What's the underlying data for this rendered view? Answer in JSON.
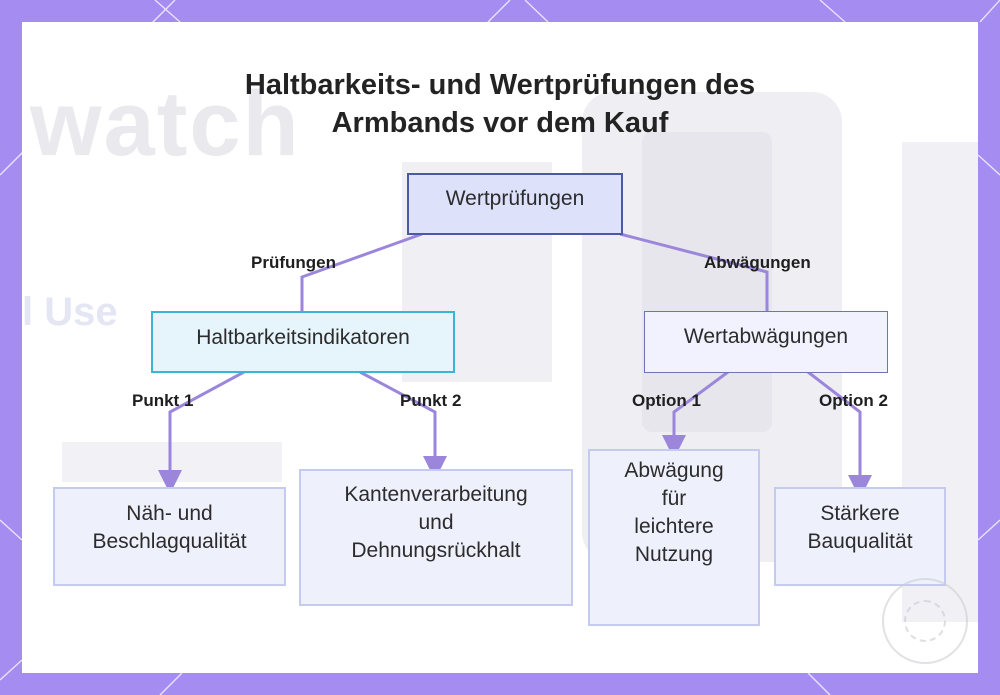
{
  "title": {
    "line1": "Haltbarkeits- und Wertprüfungen des",
    "line2": "Armbands vor dem Kauf"
  },
  "background": {
    "word1": "watch",
    "word2": "l Use"
  },
  "nodes": {
    "root": "Wertprüfungen",
    "durability": "Haltbarkeitsindikatoren",
    "value": "Wertabwägungen",
    "leaf1": [
      "Näh- und",
      "Beschlagqualität"
    ],
    "leaf2": [
      "Kantenverarbeitung",
      "und",
      "Dehnungsrückhalt"
    ],
    "leaf3": [
      "Abwägung",
      "für",
      "leichtere",
      "Nutzung"
    ],
    "leaf4": [
      "Stärkere",
      "Bauqualität"
    ]
  },
  "edge_labels": {
    "pruefungen": "Prüfungen",
    "abwaegungen": "Abwägungen",
    "punkt1": "Punkt 1",
    "punkt2": "Punkt 2",
    "option1": "Option 1",
    "option2": "Option 2"
  },
  "colors": {
    "frame": "#a48cf0",
    "connector": "#9b86dc",
    "node_border": "#4a5aa6",
    "teal_border": "#39b6d3"
  }
}
